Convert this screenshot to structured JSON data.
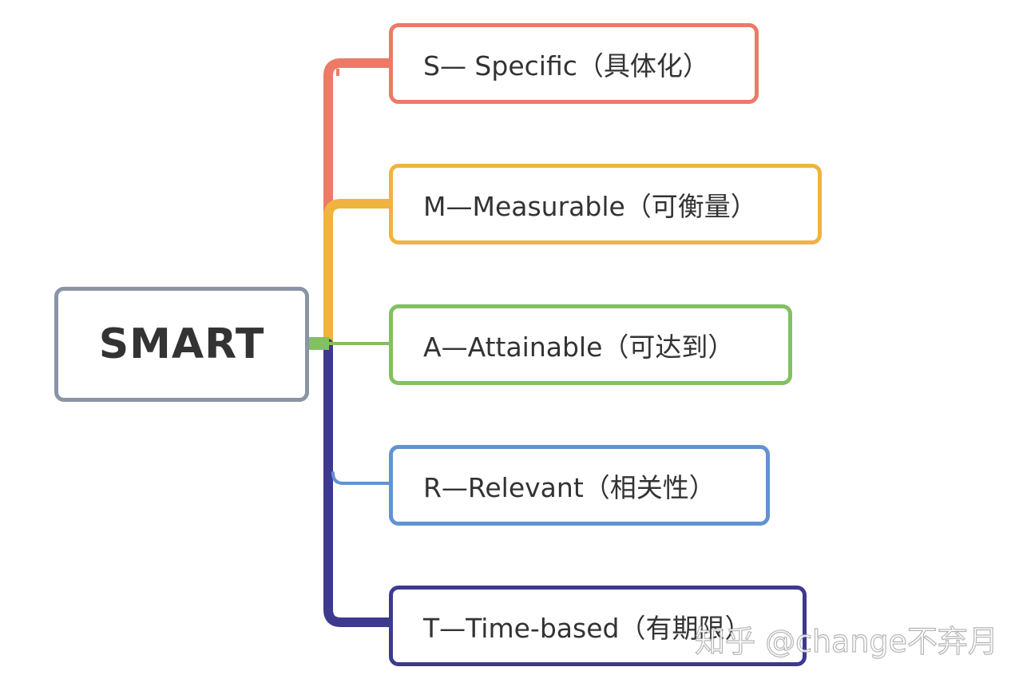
{
  "root": {
    "label": "SMART",
    "color": "#8a94a4"
  },
  "branches": [
    {
      "label": "S— Specific（具体化）",
      "color": "#ec7a66"
    },
    {
      "label": "M—Measurable（可衡量）",
      "color": "#f0b33f"
    },
    {
      "label": "A—Attainable（可达到）",
      "color": "#82c062"
    },
    {
      "label": "R—Relevant（相关性）",
      "color": "#6392d2"
    },
    {
      "label": "T—Time-based（有期限）",
      "color": "#3d3a8e"
    }
  ],
  "watermark": "知乎 @change不弃月"
}
